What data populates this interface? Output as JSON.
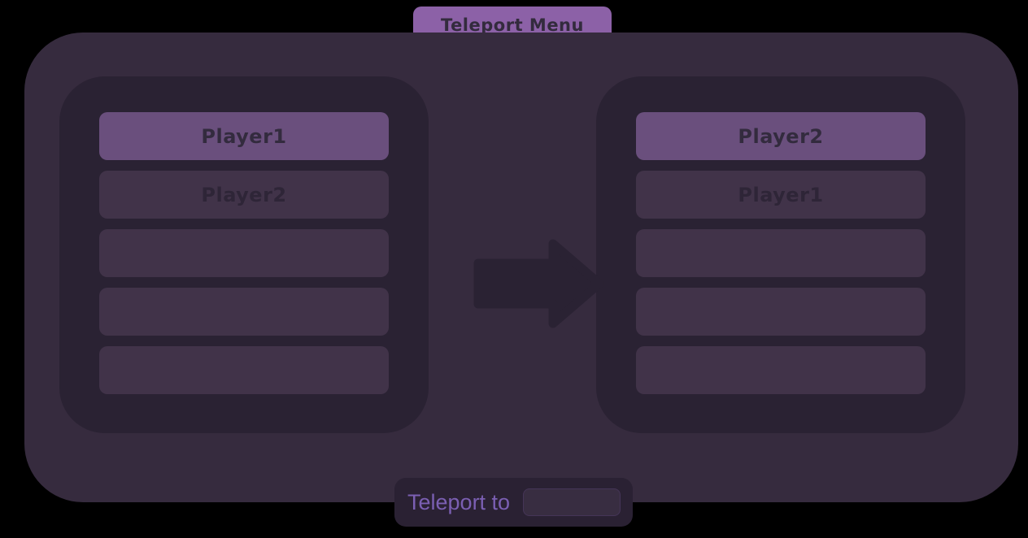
{
  "window": {
    "title": "Teleport Menu"
  },
  "colors": {
    "page_background": "#000000",
    "container": "#362b3e",
    "panel": "#2a2233",
    "slot": "#413349",
    "slot_selected": "#6a4f7d",
    "title_badge": "#8c61a7",
    "title_text": "#332b3d",
    "slot_text_selected": "#332b3e",
    "slot_text": "#2e2537",
    "arrow": "#2a2233",
    "teleport_bar": "#2a2133",
    "teleport_label_text": "#7b5fb3",
    "input_background": "#382d41"
  },
  "icons": {
    "arrow": "right-arrow-icon"
  },
  "left_list": {
    "items": [
      {
        "label": "Player1",
        "selected": true
      },
      {
        "label": "Player2",
        "selected": false
      },
      {
        "label": "",
        "selected": false
      },
      {
        "label": "",
        "selected": false
      },
      {
        "label": "",
        "selected": false
      }
    ]
  },
  "right_list": {
    "items": [
      {
        "label": "Player2",
        "selected": true
      },
      {
        "label": "Player1",
        "selected": false
      },
      {
        "label": "",
        "selected": false
      },
      {
        "label": "",
        "selected": false
      },
      {
        "label": "",
        "selected": false
      }
    ]
  },
  "teleport_bar": {
    "label": "Teleport to",
    "input_value": ""
  }
}
